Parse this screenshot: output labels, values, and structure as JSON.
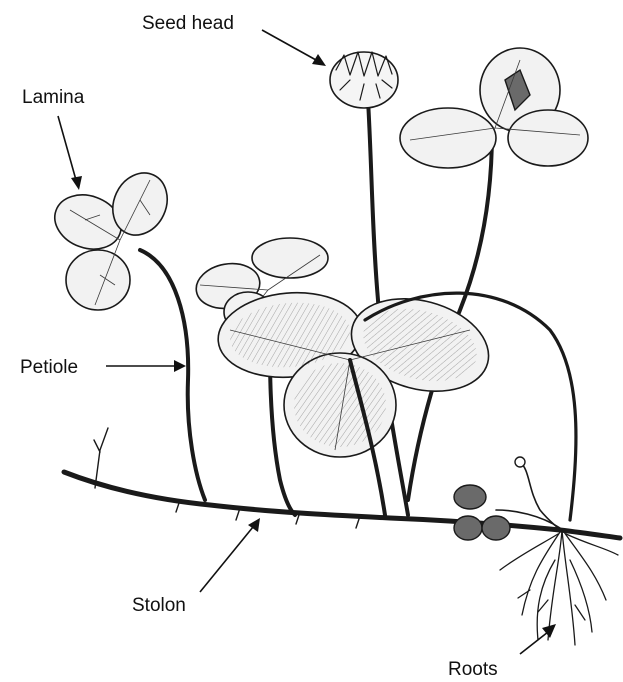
{
  "labels": {
    "seed_head": "Seed head",
    "lamina": "Lamina",
    "petiole": "Petiole",
    "stolon": "Stolon",
    "roots": "Roots"
  }
}
